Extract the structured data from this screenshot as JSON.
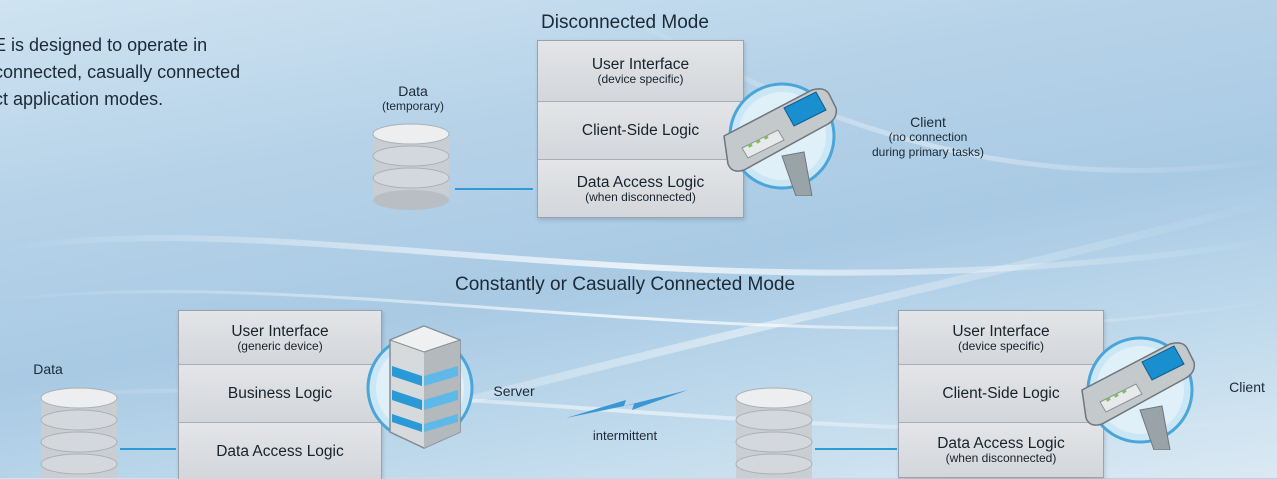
{
  "intro": {
    "lines": [
      "E is designed to operate in",
      "connected, casually connected",
      "ct application modes."
    ]
  },
  "disconnected": {
    "title": "Disconnected Mode",
    "data_label": "Data",
    "data_note": "(temporary)",
    "layers": [
      {
        "label": "User Interface",
        "note": "(device specific)"
      },
      {
        "label": "Client-Side Logic",
        "note": ""
      },
      {
        "label": "Data Access Logic",
        "note": "(when disconnected)"
      }
    ],
    "client_label": "Client",
    "client_note_1": "(no connection",
    "client_note_2": "during primary tasks)"
  },
  "connected": {
    "title": "Constantly or Casually Connected Mode",
    "data_label": "Data",
    "server_layers": [
      {
        "label": "User Interface",
        "note": "(generic device)"
      },
      {
        "label": "Business Logic",
        "note": ""
      },
      {
        "label": "Data Access Logic",
        "note": ""
      }
    ],
    "server_label": "Server",
    "link_label": "intermittent",
    "client_layers": [
      {
        "label": "User Interface",
        "note": "(device specific)"
      },
      {
        "label": "Client-Side Logic",
        "note": ""
      },
      {
        "label": "Data Access Logic",
        "note": "(when disconnected)"
      }
    ],
    "client_label": "Client"
  },
  "colors": {
    "accent": "#2f9bd6",
    "layer_fill": "#d9dcdf",
    "text": "#1b2a36"
  },
  "icons": [
    "database-icon",
    "handheld-scanner-icon",
    "server-tower-icon",
    "lightning-bolt-icon"
  ]
}
